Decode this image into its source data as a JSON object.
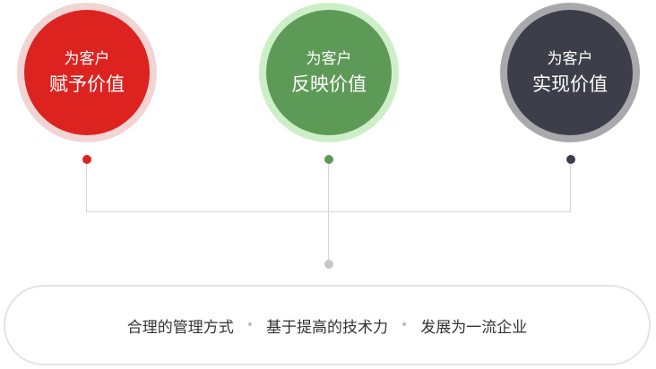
{
  "nodes": [
    {
      "line1": "为客户",
      "line2": "赋予价值",
      "color": "#dc2320",
      "ring_color": "#f1d4d4"
    },
    {
      "line1": "为客户",
      "line2": "反映价值",
      "color": "#5d9a57",
      "ring_color": "#cdefc8"
    },
    {
      "line1": "为客户",
      "line2": "实现价值",
      "color": "#3e3e4a",
      "ring_color": "#a9a9ad"
    }
  ],
  "bottom": {
    "items": [
      "合理的管理方式",
      "基于提高的技术力",
      "发展为一流企业"
    ],
    "separator": "•"
  }
}
